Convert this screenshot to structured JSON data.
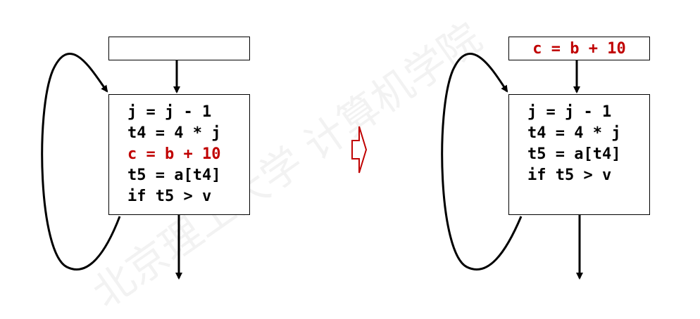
{
  "diagram": {
    "left": {
      "preheader_text": "",
      "block_lines": [
        {
          "text": "j = j - 1",
          "highlight": false
        },
        {
          "text": "t4 = 4 * j",
          "highlight": false
        },
        {
          "text": "c = b + 10",
          "highlight": true
        },
        {
          "text": "t5 = a[t4]",
          "highlight": false
        },
        {
          "text": "if t5 > v",
          "highlight": false
        }
      ]
    },
    "transform_arrow": "⇨",
    "right": {
      "preheader_text": "c = b + 10",
      "block_lines": [
        {
          "text": "j = j - 1",
          "highlight": false
        },
        {
          "text": "t4 = 4 * j",
          "highlight": false
        },
        {
          "text": "t5 = a[t4]",
          "highlight": false
        },
        {
          "text": "if t5 > v",
          "highlight": false
        }
      ]
    },
    "watermark": "北京理工大学 计算机学院",
    "colors": {
      "highlight": "#c00000",
      "arrow_outline": "#c00000",
      "stroke": "#000000"
    }
  }
}
